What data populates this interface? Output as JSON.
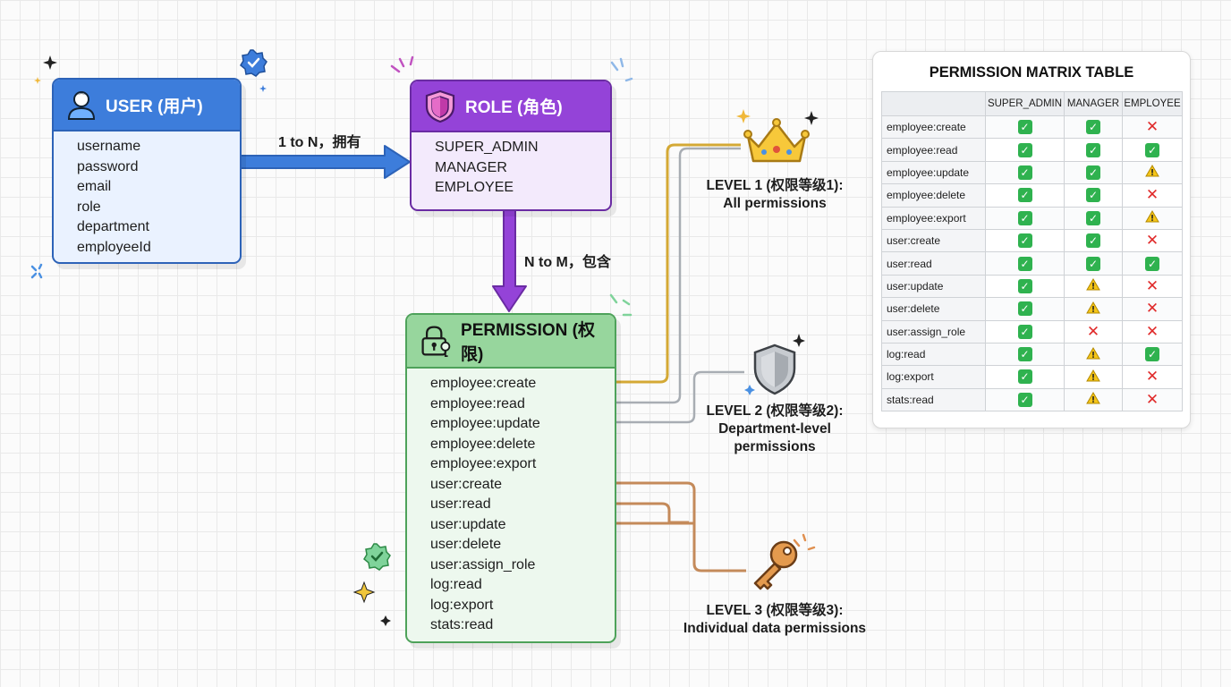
{
  "user": {
    "title": "USER (用户)",
    "fields": [
      "username",
      "password",
      "email",
      "role",
      "department",
      "employeeId"
    ]
  },
  "role": {
    "title": "ROLE (角色)",
    "fields": [
      "SUPER_ADMIN",
      "MANAGER",
      "EMPLOYEE"
    ]
  },
  "permission": {
    "title": "PERMISSION (权限)",
    "fields": [
      "employee:create",
      "employee:read",
      "employee:update",
      "employee:delete",
      "employee:export",
      "user:create",
      "user:read",
      "user:update",
      "user:delete",
      "user:assign_role",
      "log:read",
      "log:export",
      "stats:read"
    ]
  },
  "relations": {
    "user_role": "1 to N，拥有",
    "role_permission": "N to M，包含"
  },
  "levels": [
    {
      "line1": "LEVEL 1 (权限等级1):",
      "line2": "All permissions",
      "icon": "crown-icon",
      "color": "#d4a935"
    },
    {
      "line1": "LEVEL 2 (权限等级2):",
      "line2": "Department-level",
      "line3": "permissions",
      "icon": "shield-icon",
      "color": "#a8adb3"
    },
    {
      "line1": "LEVEL 3 (权限等级3):",
      "line2": "Individual data permissions",
      "icon": "key-icon",
      "color": "#c48a5a"
    }
  ],
  "matrix": {
    "title": "PERMISSION MATRIX TABLE",
    "columns": [
      "SUPER_ADMIN",
      "MANAGER",
      "EMPLOYEE"
    ],
    "rows": [
      {
        "perm": "employee:create",
        "cells": [
          "check",
          "check",
          "x"
        ]
      },
      {
        "perm": "employee:read",
        "cells": [
          "check",
          "check",
          "check"
        ]
      },
      {
        "perm": "employee:update",
        "cells": [
          "check",
          "check",
          "warn"
        ]
      },
      {
        "perm": "employee:delete",
        "cells": [
          "check",
          "check",
          "x"
        ]
      },
      {
        "perm": "employee:export",
        "cells": [
          "check",
          "check",
          "warn"
        ]
      },
      {
        "perm": "user:create",
        "cells": [
          "check",
          "check",
          "x"
        ]
      },
      {
        "perm": "user:read",
        "cells": [
          "check",
          "check",
          "check"
        ]
      },
      {
        "perm": "user:update",
        "cells": [
          "check",
          "warn",
          "x"
        ]
      },
      {
        "perm": "user:delete",
        "cells": [
          "check",
          "warn",
          "x"
        ]
      },
      {
        "perm": "user:assign_role",
        "cells": [
          "check",
          "x",
          "x"
        ]
      },
      {
        "perm": "log:read",
        "cells": [
          "check",
          "warn",
          "check"
        ]
      },
      {
        "perm": "log:export",
        "cells": [
          "check",
          "warn",
          "x"
        ]
      },
      {
        "perm": "stats:read",
        "cells": [
          "check",
          "warn",
          "x"
        ]
      }
    ]
  },
  "colors": {
    "user": "#3d7ddb",
    "role": "#9443d8",
    "permission": "#97d69d",
    "level1": "#d4a935",
    "level2": "#a8adb3",
    "level3": "#c48a5a"
  }
}
